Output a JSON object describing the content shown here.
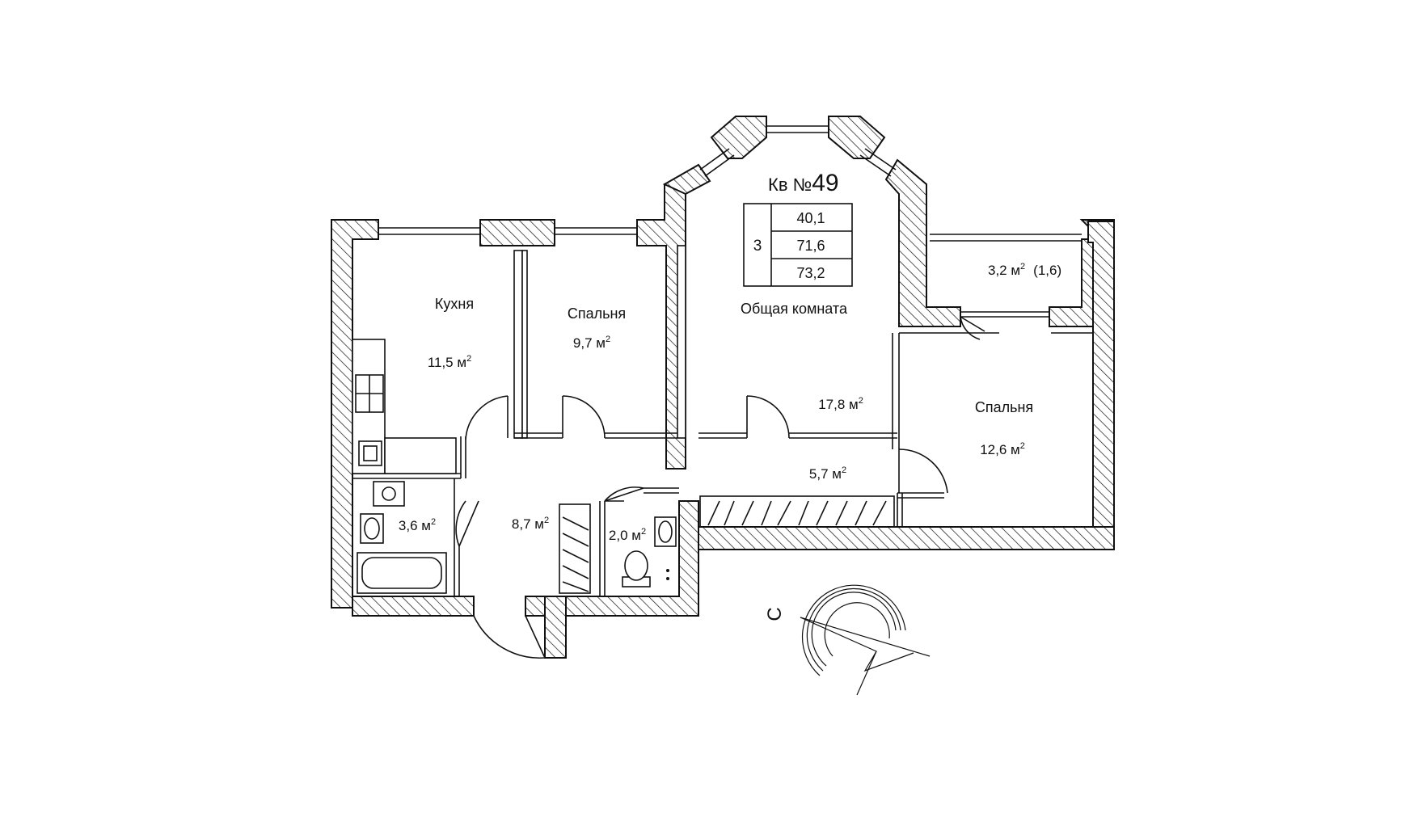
{
  "apartment": {
    "title": "Кв №",
    "number": "49",
    "rooms_count": "3",
    "living_area": "40,1",
    "total_area": "71,6",
    "total_area_with_balcony": "73,2"
  },
  "rooms": {
    "kitchen": {
      "label": "Кухня",
      "area": "11,5 м",
      "sup": "2"
    },
    "bedroom_left": {
      "label": "Спальня",
      "area": "9,7 м",
      "sup": "2"
    },
    "common_room": {
      "label": "Общая комната",
      "area": "17,8 м",
      "sup": "2"
    },
    "bedroom_right": {
      "label": "Спальня",
      "area": "12,6 м",
      "sup": "2"
    },
    "balcony": {
      "area": "3,2 м",
      "sup": "2",
      "reduced": "(1,6)"
    },
    "corridor": {
      "area": "5,7 м",
      "sup": "2"
    },
    "hall": {
      "area": "8,7 м",
      "sup": "2"
    },
    "bathroom": {
      "area": "3,6 м",
      "sup": "2"
    },
    "toilet": {
      "area": "2,0 м",
      "sup": "2"
    }
  },
  "compass": {
    "north_letter": "С"
  }
}
